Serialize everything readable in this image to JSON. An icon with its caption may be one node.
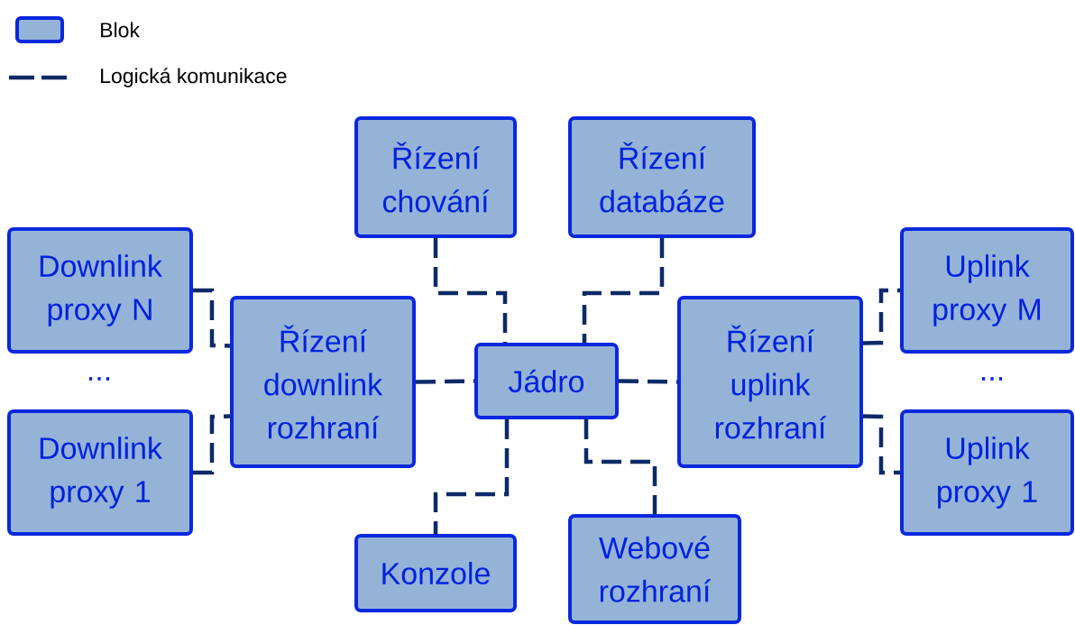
{
  "diagram": {
    "nodes": [
      {
        "text": [
          "Řízení chování"
        ]
      },
      {
        "text": [
          "Řízení databáze"
        ]
      },
      {
        "text": [
          "Downlink proxy N"
        ]
      },
      {
        "text": [
          "Downlink proxy 1"
        ]
      },
      {
        "text": [
          "Řízení downlink rozhraní"
        ]
      },
      {
        "text": [
          "Jádro"
        ]
      },
      {
        "text": [
          "Řízení uplink rozhraní"
        ]
      },
      {
        "text": [
          "Uplink proxy M"
        ]
      },
      {
        "text": [
          "Uplink proxy 1"
        ]
      },
      {
        "text": [
          "Konzole"
        ]
      },
      {
        "text": [
          "Webové rozhraní"
        ]
      }
    ],
    "edges": [
      {
        "from": 0,
        "to": 5,
        "arrow": "none",
        "style": "dashed"
      },
      {
        "from": 1,
        "to": 5,
        "arrow": "none",
        "style": "dashed"
      },
      {
        "from": 2,
        "to": 4,
        "arrow": "none",
        "style": "dashed"
      },
      {
        "from": 3,
        "to": 4,
        "arrow": "none",
        "style": "dashed"
      },
      {
        "from": 4,
        "to": 5,
        "arrow": "none",
        "style": "dashed"
      },
      {
        "from": 5,
        "to": 6,
        "arrow": "none",
        "style": "dashed"
      },
      {
        "from": 6,
        "to": 7,
        "arrow": "none",
        "style": "dashed"
      },
      {
        "from": 6,
        "to": 8,
        "arrow": "none",
        "style": "dashed"
      },
      {
        "from": 5,
        "to": 9,
        "arrow": "none",
        "style": "dashed"
      },
      {
        "from": 5,
        "to": 10,
        "arrow": "none",
        "style": "dashed"
      }
    ],
    "labels": [
      "...",
      "..."
    ],
    "legend": [
      {
        "text": "Blok",
        "color": "#95b3d7"
      },
      {
        "text": "Logická komunikace"
      }
    ]
  }
}
